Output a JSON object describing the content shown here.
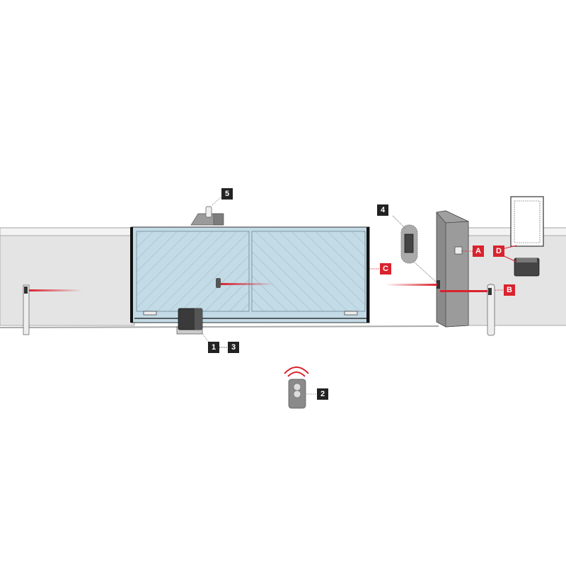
{
  "labels": {
    "n1": "1",
    "n2": "2",
    "n3": "3",
    "n4": "4",
    "n5": "5",
    "a": "A",
    "b": "B",
    "c": "C",
    "d": "D"
  },
  "colors": {
    "accent_red": "#d9232e",
    "label_dark": "#222222",
    "gate_glass": "#c3dbe6"
  }
}
